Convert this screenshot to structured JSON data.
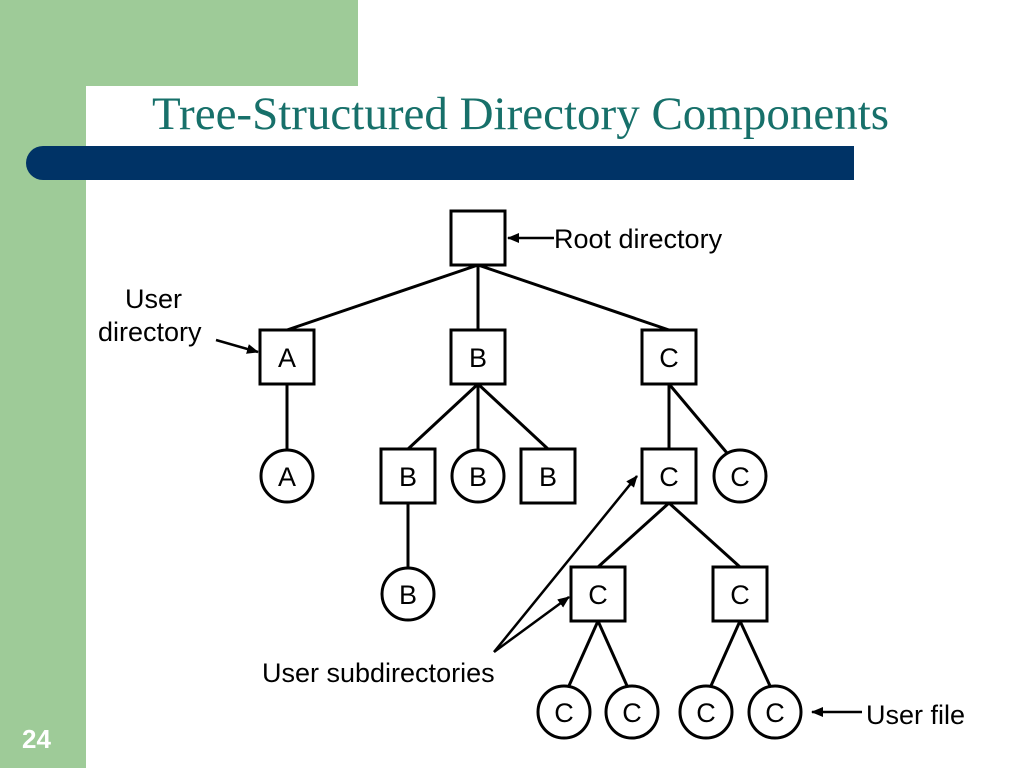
{
  "slide": {
    "title": "Tree-Structured Directory Components",
    "number": "24"
  },
  "diagram": {
    "annotations": {
      "root": "Root directory",
      "user_directory_line1": "User",
      "user_directory_line2": "directory",
      "subdirectories": "User subdirectories",
      "user_file": "User file"
    },
    "root": {
      "kind": "directory",
      "label": ""
    },
    "user_directories": [
      {
        "label": "A",
        "children": [
          {
            "kind": "file",
            "label": "A"
          }
        ]
      },
      {
        "label": "B",
        "children": [
          {
            "kind": "directory",
            "label": "B",
            "children": [
              {
                "kind": "file",
                "label": "B"
              }
            ]
          },
          {
            "kind": "file",
            "label": "B"
          },
          {
            "kind": "directory",
            "label": "B"
          }
        ]
      },
      {
        "label": "C",
        "children": [
          {
            "kind": "directory",
            "label": "C",
            "children": [
              {
                "kind": "directory",
                "label": "C",
                "children": [
                  {
                    "kind": "file",
                    "label": "C"
                  },
                  {
                    "kind": "file",
                    "label": "C"
                  }
                ]
              },
              {
                "kind": "directory",
                "label": "C",
                "children": [
                  {
                    "kind": "file",
                    "label": "C"
                  },
                  {
                    "kind": "file",
                    "label": "C"
                  }
                ]
              }
            ]
          },
          {
            "kind": "file",
            "label": "C"
          }
        ]
      }
    ]
  }
}
